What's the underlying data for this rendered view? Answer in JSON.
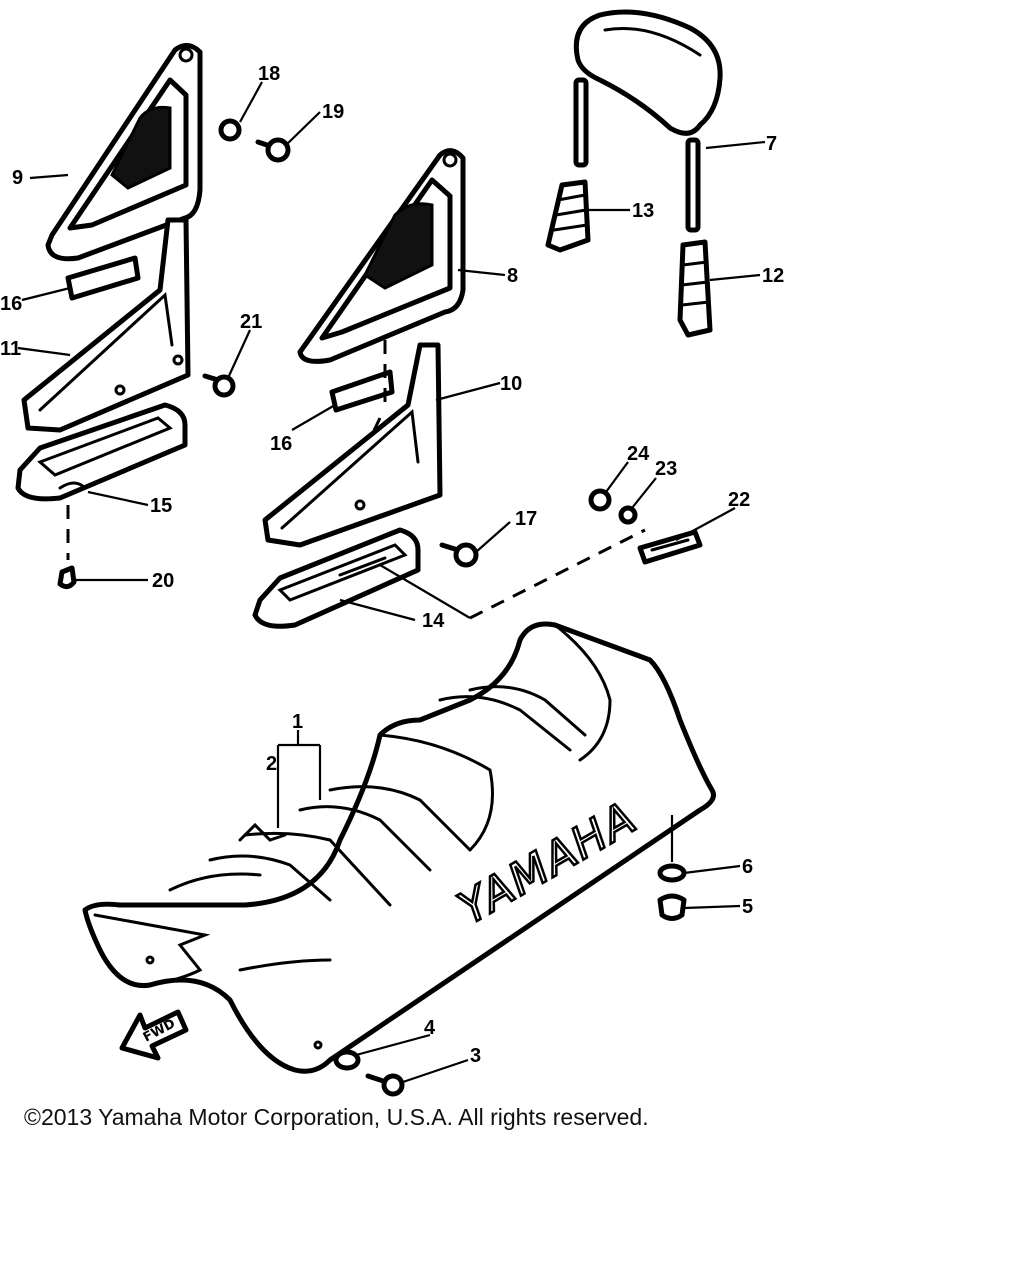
{
  "diagram": {
    "brand_text": "YAMAHA",
    "fwd_text": "FWD",
    "labels": {
      "l1": "1",
      "l2": "2",
      "l3": "3",
      "l4": "4",
      "l5": "5",
      "l6": "6",
      "l7": "7",
      "l8": "8",
      "l9": "9",
      "l10": "10",
      "l11": "11",
      "l12": "12",
      "l13": "13",
      "l14": "14",
      "l15": "15",
      "l16a": "16",
      "l16b": "16",
      "l17": "17",
      "l18": "18",
      "l19": "19",
      "l20": "20",
      "l21": "21",
      "l22": "22",
      "l23": "23",
      "l24": "24"
    }
  },
  "footer": {
    "copyright": "©2013 Yamaha Motor Corporation, U.S.A. All rights reserved."
  }
}
